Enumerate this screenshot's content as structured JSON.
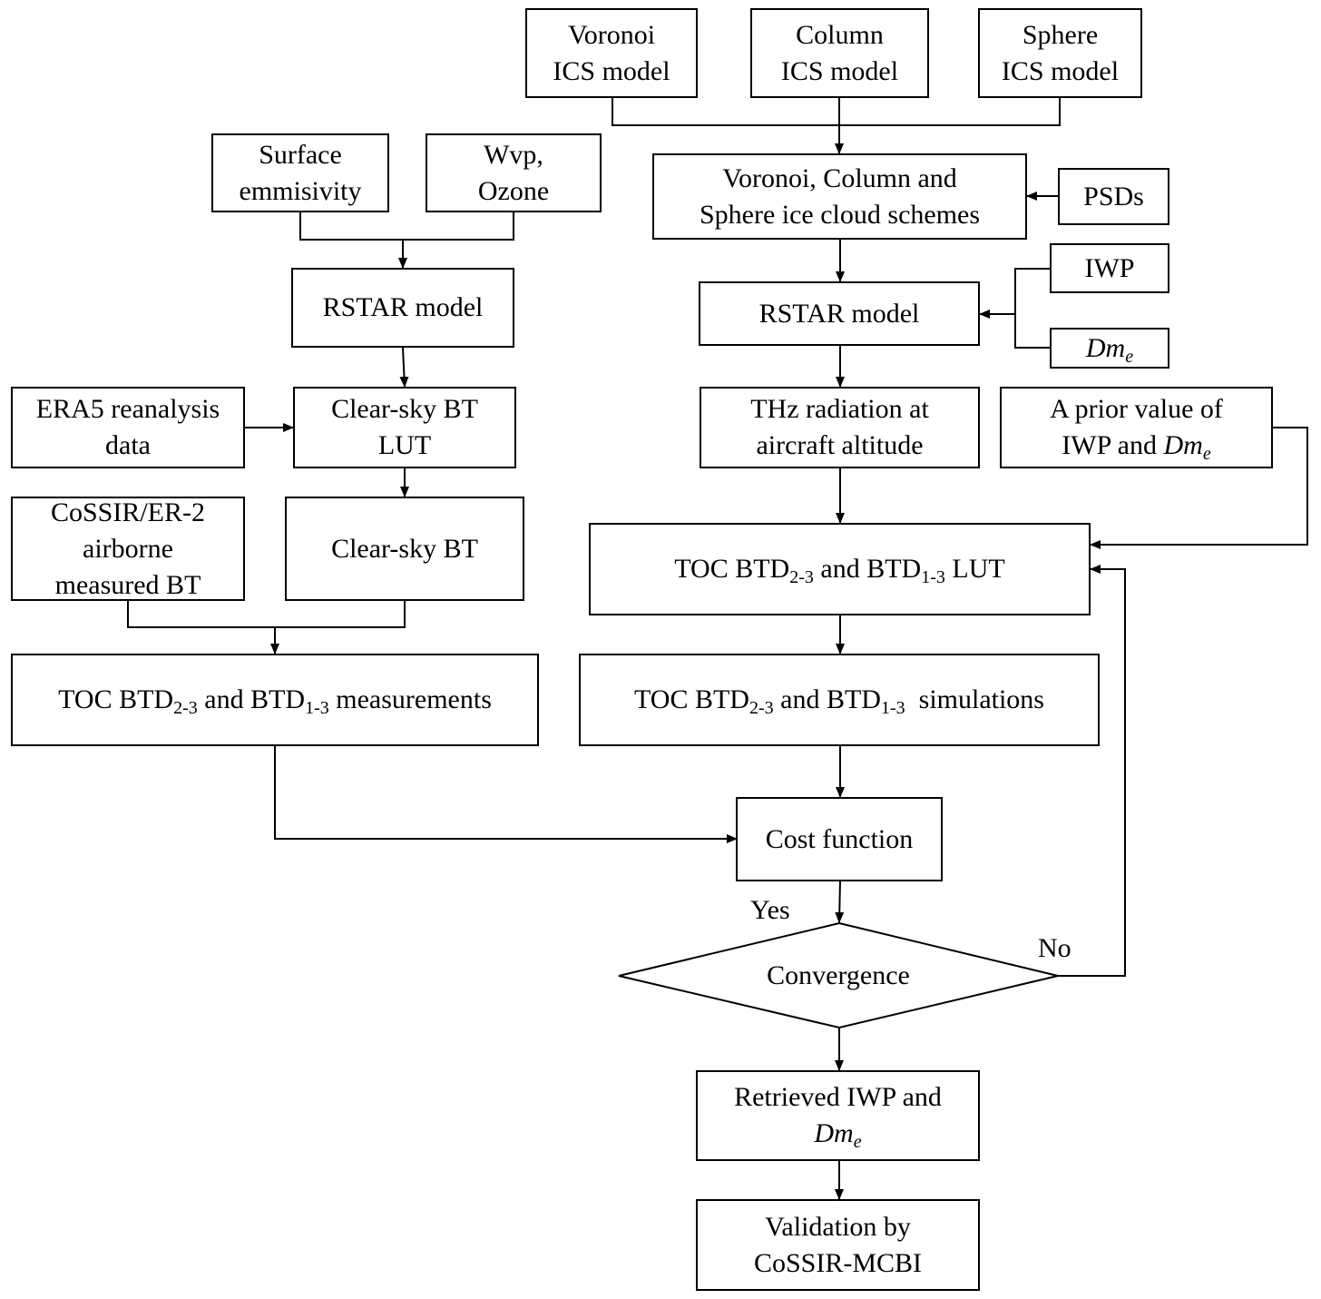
{
  "nodes": {
    "voronoi_ics": [
      "Voronoi",
      "ICS model"
    ],
    "column_ics": [
      "Column",
      "ICS model"
    ],
    "sphere_ics": [
      "Sphere",
      "ICS model"
    ],
    "surface_emmisivity": [
      "Surface",
      "emmisivity"
    ],
    "wvp_ozone": [
      "Wvp,",
      "Ozone"
    ],
    "ice_cloud_schemes": [
      "Voronoi, Column and",
      "Sphere ice cloud schemes"
    ],
    "psds": "PSDs",
    "rstar_left": "RSTAR model",
    "rstar_right": "RSTAR model",
    "iwp": "IWP",
    "dme": {
      "main": "Dm",
      "sub": "e"
    },
    "era5": [
      "ERA5 reanalysis",
      "data"
    ],
    "clear_sky_lut": [
      "Clear-sky BT",
      "LUT"
    ],
    "thz_radiation": [
      "THz radiation at",
      "aircraft altitude"
    ],
    "prior_value": {
      "line1": "A prior value of",
      "line2_prefix": "IWP and ",
      "line2_main": "Dm",
      "line2_sub": "e"
    },
    "cossir": [
      "CoSSIR/ER-2",
      "airborne",
      "measured BT"
    ],
    "clear_sky_bt": "Clear-sky BT",
    "toc_lut": {
      "p1": "TOC BTD",
      "s1": "2-3",
      "p2": " and BTD",
      "s2": "1-3",
      "p3": " LUT"
    },
    "toc_measurements": {
      "p1": "TOC BTD",
      "s1": "2-3",
      "p2": " and BTD",
      "s2": "1-3",
      "p3": " measurements"
    },
    "toc_simulations": {
      "p1": "TOC BTD",
      "s1": "2-3",
      "p2": " and BTD",
      "s2": "1-3",
      "p3": "  simulations"
    },
    "cost_function": "Cost function",
    "convergence": "Convergence",
    "retrieved": {
      "line1": "Retrieved IWP and",
      "line2_main": "Dm",
      "line2_sub": "e"
    },
    "validation": [
      "Validation by",
      "CoSSIR-MCBI"
    ]
  },
  "edge_labels": {
    "yes": "Yes",
    "no": "No"
  }
}
